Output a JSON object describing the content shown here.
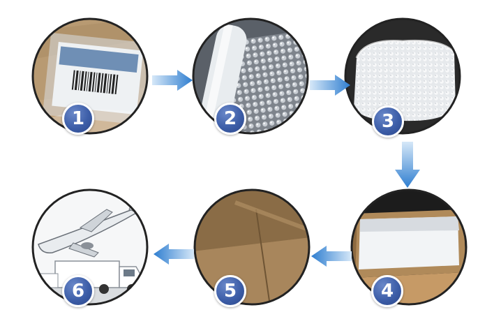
{
  "steps": [
    {
      "number": "1",
      "icon": "barcode-label-in-bag-icon"
    },
    {
      "number": "2",
      "icon": "bubble-wrap-roll-icon"
    },
    {
      "number": "3",
      "icon": "bubble-wrapped-package-icon"
    },
    {
      "number": "4",
      "icon": "package-in-open-box-icon"
    },
    {
      "number": "5",
      "icon": "sealed-carton-box-icon"
    },
    {
      "number": "6",
      "icon": "airplane-and-truck-icon"
    }
  ],
  "colors": {
    "badge": "#3d5ea8",
    "arrow": "#4a90d9",
    "circle_border": "#222222"
  }
}
